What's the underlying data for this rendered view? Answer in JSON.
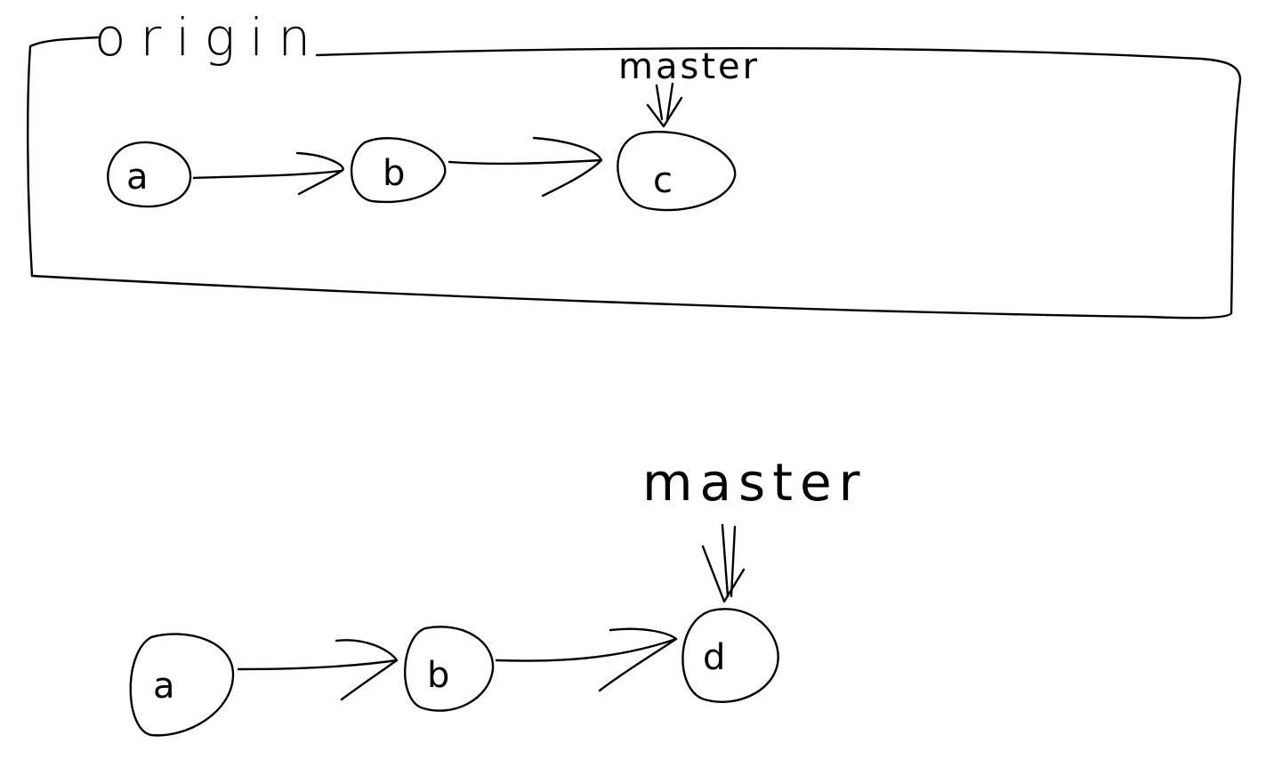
{
  "remote": {
    "name": "origin",
    "branch": "master",
    "commits": [
      "a",
      "b",
      "c"
    ]
  },
  "local": {
    "branch": "master",
    "commits": [
      "a",
      "b",
      "d"
    ]
  },
  "colors": {
    "ink": "#000000",
    "background": "#ffffff"
  }
}
